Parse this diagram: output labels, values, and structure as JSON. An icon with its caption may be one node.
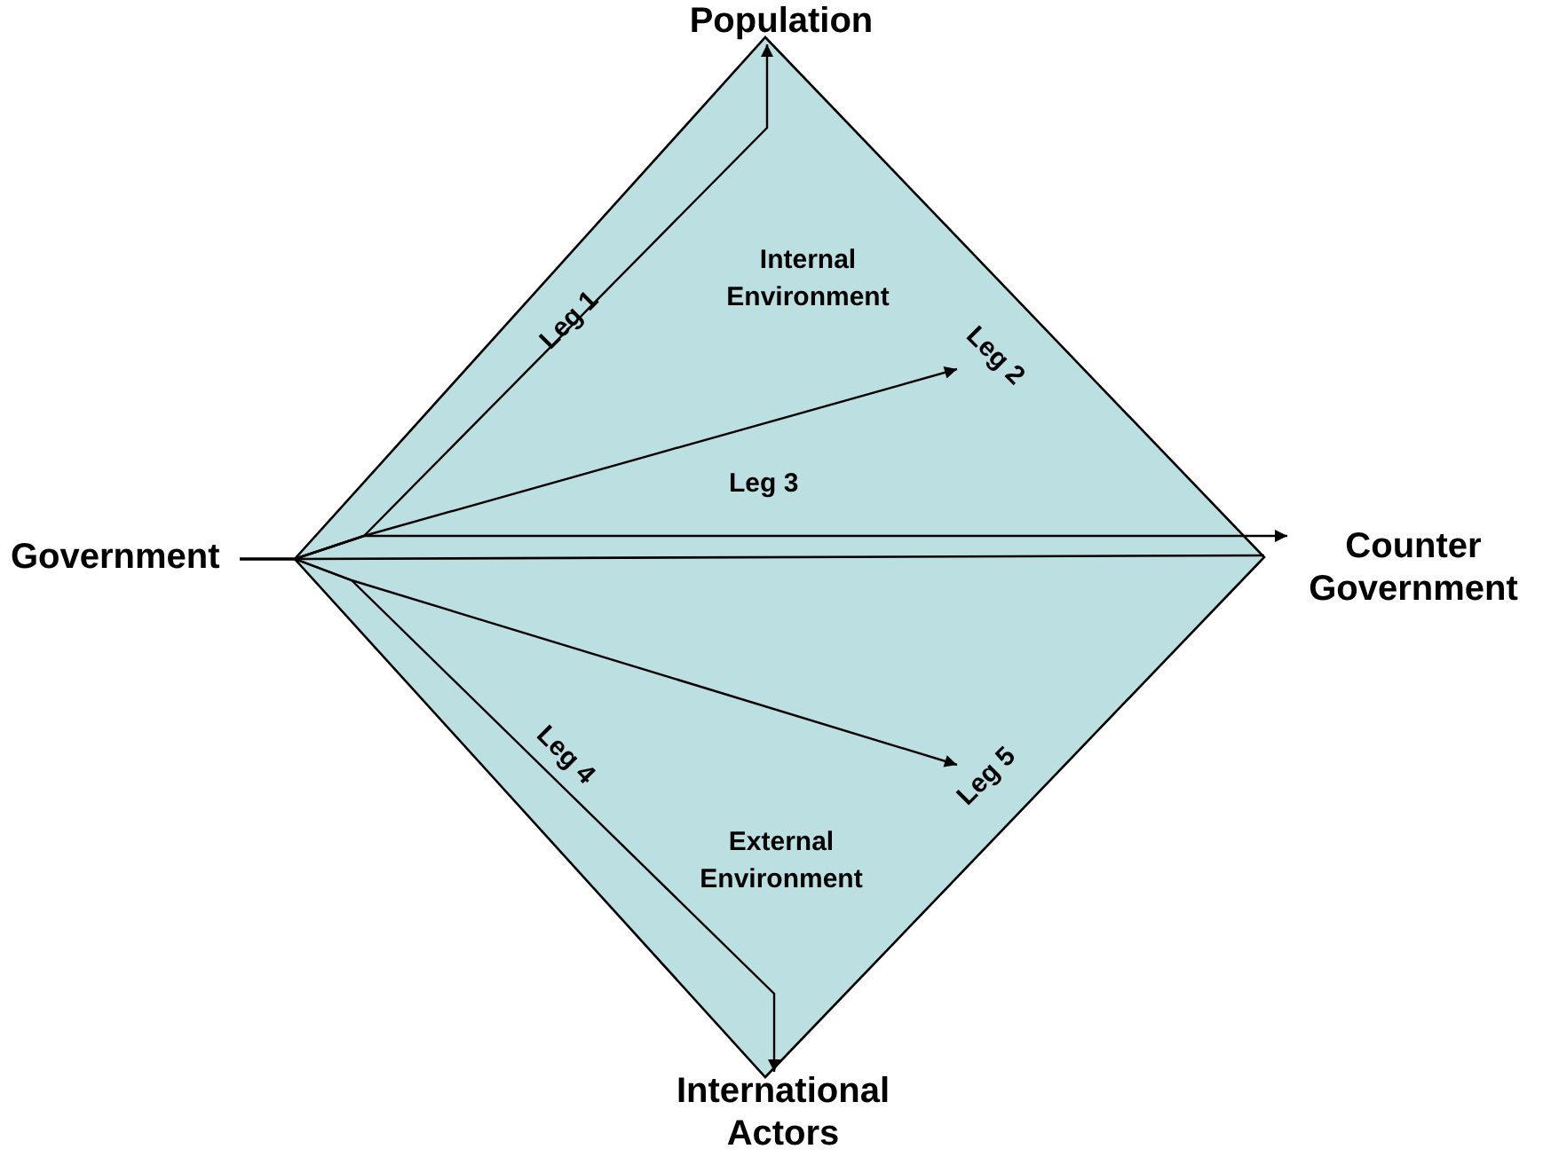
{
  "diagram": {
    "nodes": [
      {
        "text": [
          "Population"
        ]
      },
      {
        "text": [
          "Government"
        ]
      },
      {
        "text": [
          "Counter Government"
        ]
      },
      {
        "text": [
          "International Actors"
        ]
      }
    ],
    "edges": [
      {
        "from": 1,
        "to": 0,
        "arrow": "to",
        "label": "Leg 1"
      },
      {
        "from": 1,
        "to": null,
        "arrow": "to",
        "label": "Leg 2"
      },
      {
        "from": 1,
        "to": 2,
        "arrow": "to",
        "label": "Leg 3"
      },
      {
        "from": 1,
        "to": 3,
        "arrow": "to",
        "label": "Leg 4"
      },
      {
        "from": 1,
        "to": null,
        "arrow": "to",
        "label": "Leg 5"
      }
    ],
    "labels": [
      "Internal Environment",
      "External Environment"
    ]
  }
}
